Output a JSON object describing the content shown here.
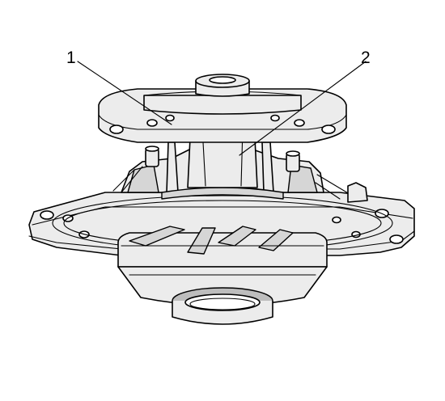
{
  "callouts": [
    {
      "id": "1",
      "text": "1"
    },
    {
      "id": "2",
      "text": "2"
    }
  ],
  "colors": {
    "line": "#000000",
    "background": "#ffffff",
    "light_fill": "#ececec",
    "shade_fill": "#d6d6d6"
  }
}
